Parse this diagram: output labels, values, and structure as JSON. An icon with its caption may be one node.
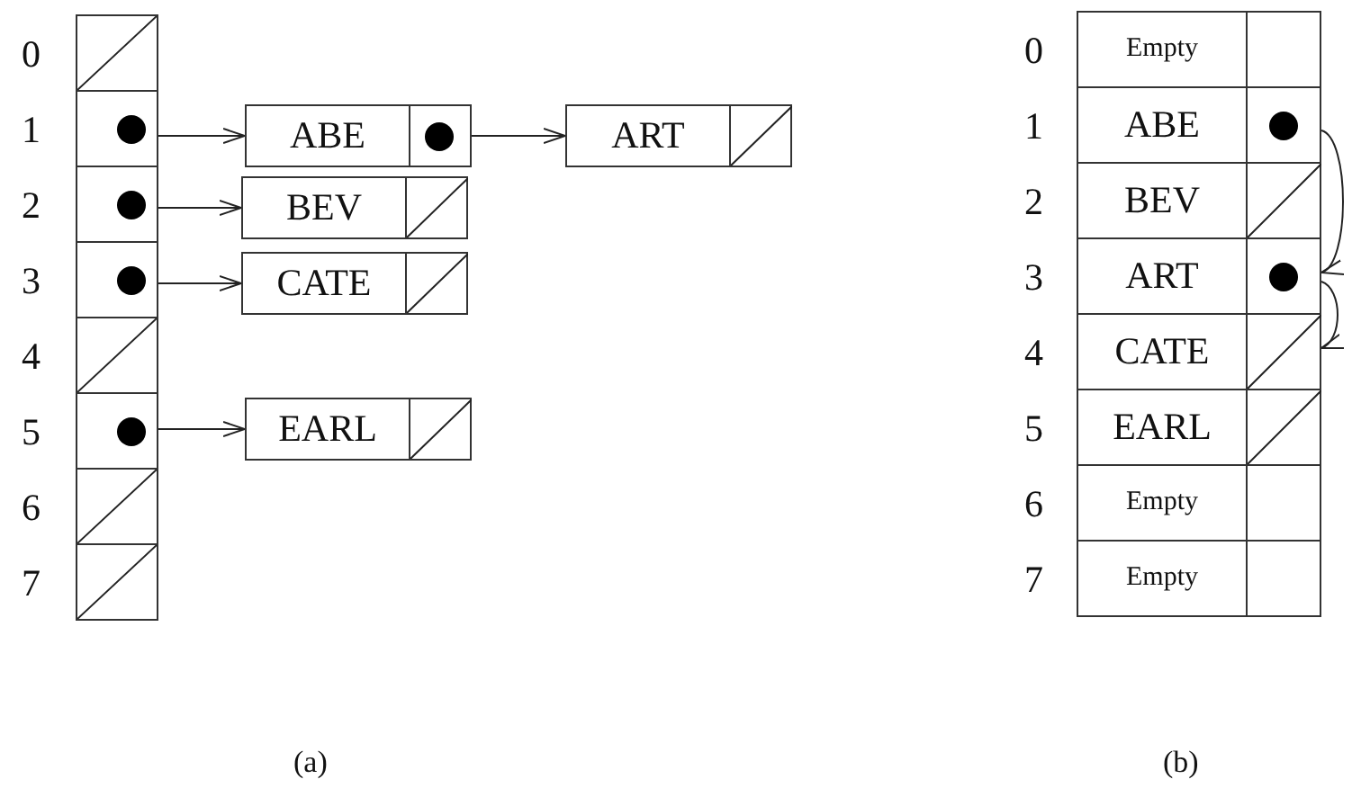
{
  "diagram": {
    "nodes": [
      {
        "text": [],
        "shape": "box"
      },
      {
        "text": [],
        "shape": "box"
      },
      {
        "text": [],
        "shape": "box"
      },
      {
        "text": [],
        "shape": "box"
      },
      {
        "text": [],
        "shape": "box"
      },
      {
        "text": [],
        "shape": "box"
      },
      {
        "text": [],
        "shape": "box"
      },
      {
        "text": [],
        "shape": "box"
      },
      {
        "text": [
          "ABE"
        ]
      },
      {
        "text": [
          "ART"
        ]
      },
      {
        "text": [
          "BEV"
        ]
      },
      {
        "text": [
          "CATE"
        ]
      },
      {
        "text": [
          "EARL"
        ]
      },
      {
        "text": [
          "Empty"
        ]
      },
      {
        "text": [
          "ABE"
        ]
      },
      {
        "text": [
          "BEV"
        ]
      },
      {
        "text": [
          "ART"
        ]
      },
      {
        "text": [
          "CATE"
        ]
      },
      {
        "text": [
          "EARL"
        ]
      },
      {
        "text": [
          "Empty"
        ]
      },
      {
        "text": [
          "Empty"
        ]
      }
    ],
    "edges": [
      {
        "from": 1,
        "to": 8,
        "arrow": "to"
      },
      {
        "from": 8,
        "to": 9,
        "arrow": "to"
      },
      {
        "from": 2,
        "to": 10,
        "arrow": "to"
      },
      {
        "from": 3,
        "to": 11,
        "arrow": "to"
      },
      {
        "from": 5,
        "to": 12,
        "arrow": "to"
      },
      {
        "from": 14,
        "to": 16,
        "arrow": "to"
      },
      {
        "from": 16,
        "to": 17,
        "arrow": "to"
      }
    ],
    "labels": [
      "0",
      "1",
      "2",
      "3",
      "4",
      "5",
      "6",
      "7",
      "0",
      "1",
      "2",
      "3",
      "4",
      "5",
      "6",
      "7",
      "(a)",
      "(b)"
    ]
  }
}
